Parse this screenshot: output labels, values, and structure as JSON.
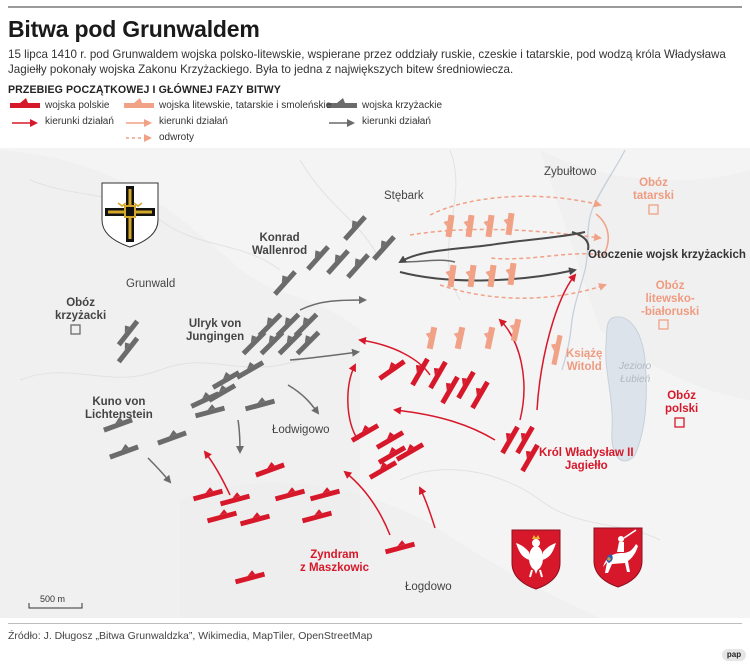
{
  "title": "Bitwa pod Grunwaldem",
  "intro": "15 lipca 1410 r. pod Grunwaldem wojska polsko-litewskie, wspierane przez oddziały ruskie, czeskie i tatarskie, pod wodzą króla Władysława Jagiełły pokonały wojska Zakonu Krzyżackiego. Była to jedna z największych bitew średniowiecza.",
  "subhead": "PRZEBIEG POCZĄTKOWEJ I GŁÓWNEJ FAZY BITWY",
  "legend": {
    "polish_troops": "wojska polskie",
    "polish_dirs": "kierunki działań",
    "lit_troops": "wojska litewskie, tatarskie i smoleńskie",
    "lit_dirs": "kierunki działań",
    "lit_retreat": "odwroty",
    "teut_troops": "wojska krzyżackie",
    "teut_dirs": "kierunki działań"
  },
  "colors": {
    "polish": "#d7182a",
    "lithuanian": "#f0a186",
    "teutonic": "#6b6b6b"
  },
  "labels": {
    "konrad": "Konrad\nWallenrod",
    "ulryk": "Ulryk von\nJungingen",
    "kuno": "Kuno von\nLichtenstein",
    "grunwald": "Grunwald",
    "stebark": "Stębark",
    "zybultowo": "Zybułtowo",
    "lodwigowo": "Łodwigowo",
    "logdowo": "Łogdowo",
    "oboz_krzyzacki": "Obóz\nkrzyżacki",
    "oboz_tatarski": "Obóz\ntatarski",
    "oboz_litewsko": "Obóz\nlitewsko-\n-białoruski",
    "oboz_polski": "Obóz\npolski",
    "otoczenie": "Otoczenie wojsk krzyżackich",
    "witold": "Książę\nWitold",
    "krol": "Król Władysław II\nJagiełło",
    "zyndram": "Zyndram\nz Maszkowic",
    "lake": "Jezioro\nŁubień"
  },
  "scale": "500 m",
  "source": "Źródło: J. Długosz „Bitwa Grunwaldzka”, Wikimedia, MapTiler, OpenStreetMap",
  "agency_logo_text": "pap"
}
